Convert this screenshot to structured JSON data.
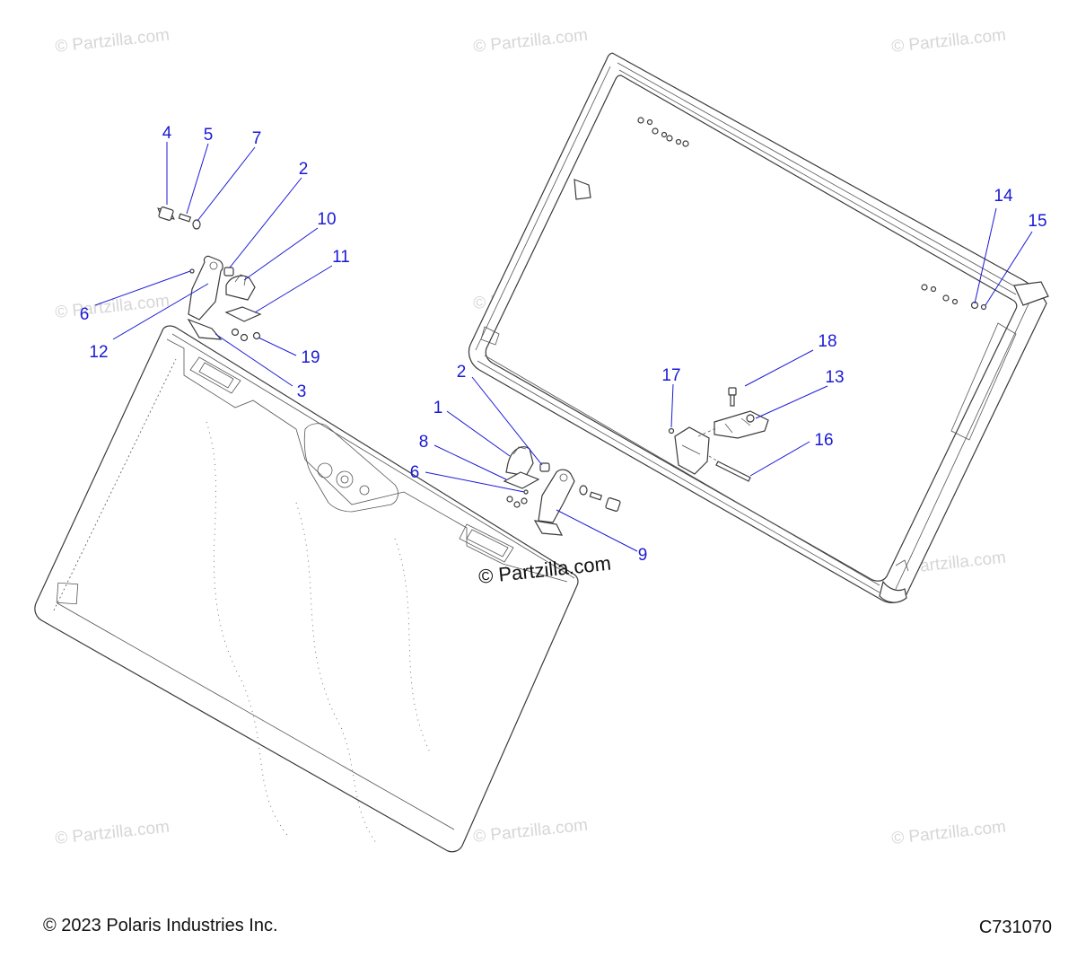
{
  "watermarks": {
    "text": "© Partzilla.com",
    "center_text": "© Partzilla.com"
  },
  "callouts": [
    {
      "id": "c4",
      "label": "4"
    },
    {
      "id": "c5",
      "label": "5"
    },
    {
      "id": "c7",
      "label": "7"
    },
    {
      "id": "c2a",
      "label": "2"
    },
    {
      "id": "c10",
      "label": "10"
    },
    {
      "id": "c11",
      "label": "11"
    },
    {
      "id": "c6a",
      "label": "6"
    },
    {
      "id": "c12",
      "label": "12"
    },
    {
      "id": "c19",
      "label": "19"
    },
    {
      "id": "c3",
      "label": "3"
    },
    {
      "id": "c2b",
      "label": "2"
    },
    {
      "id": "c1",
      "label": "1"
    },
    {
      "id": "c8",
      "label": "8"
    },
    {
      "id": "c6b",
      "label": "6"
    },
    {
      "id": "c9",
      "label": "9"
    },
    {
      "id": "c14",
      "label": "14"
    },
    {
      "id": "c15",
      "label": "15"
    },
    {
      "id": "c18",
      "label": "18"
    },
    {
      "id": "c17",
      "label": "17"
    },
    {
      "id": "c13",
      "label": "13"
    },
    {
      "id": "c16",
      "label": "16"
    }
  ],
  "footer": {
    "copyright": "© 2023 Polaris Industries Inc.",
    "diagram_code": "C731070"
  },
  "colors": {
    "callout": "#1a1ad6",
    "watermark": "#d6d6d6",
    "line": "#3a3a3a"
  }
}
